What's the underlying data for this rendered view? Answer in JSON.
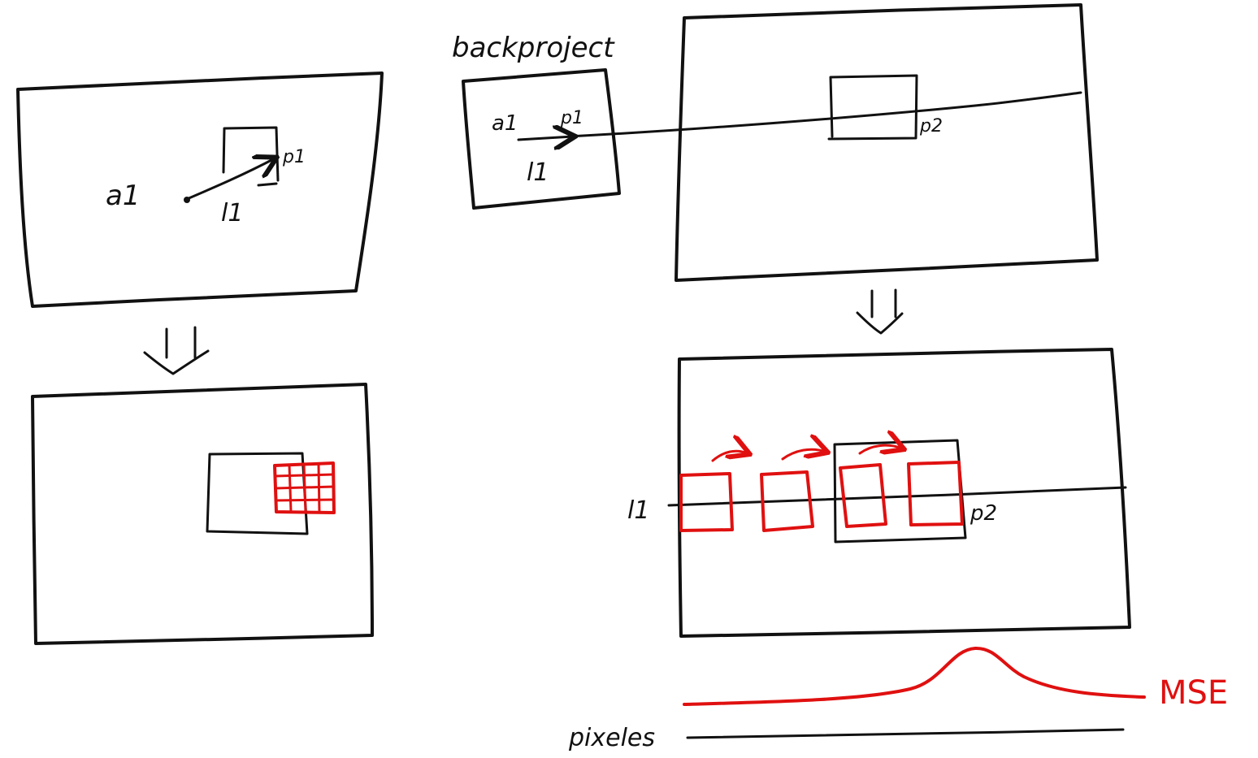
{
  "labels": {
    "a1_left": "a1",
    "p1_left": "p1",
    "l1_left": "l1",
    "backproject": "backproject",
    "a1_small": "a1",
    "p1_small": "p1",
    "l1_small": "l1",
    "p2_top": "p2",
    "l1_bottom": "l1",
    "p2_bottom": "p2",
    "mse": "MSE",
    "pixeles": "pixeles"
  },
  "colors": {
    "ink": "#111111",
    "accent": "#e01010"
  }
}
